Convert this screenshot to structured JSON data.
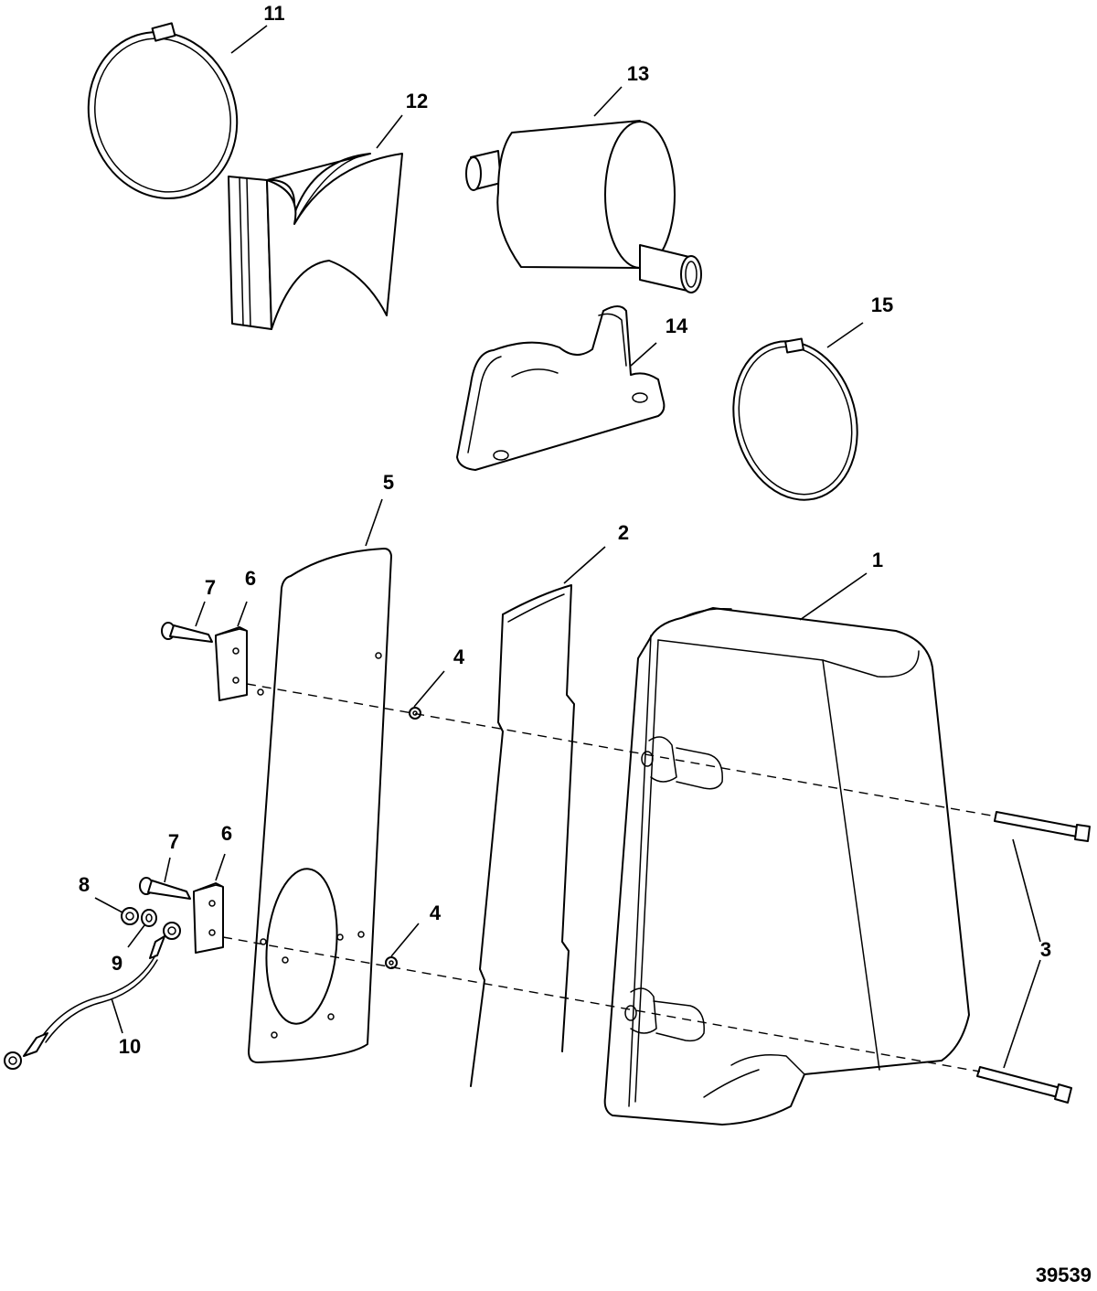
{
  "callouts": {
    "c1": "1",
    "c2": "2",
    "c3": "3",
    "c4a": "4",
    "c4b": "4",
    "c5": "5",
    "c6a": "6",
    "c6b": "6",
    "c7a": "7",
    "c7b": "7",
    "c8": "8",
    "c9": "9",
    "c10": "10",
    "c11": "11",
    "c12": "12",
    "c13": "13",
    "c14": "14",
    "c15": "15"
  },
  "figure_number": "39539"
}
